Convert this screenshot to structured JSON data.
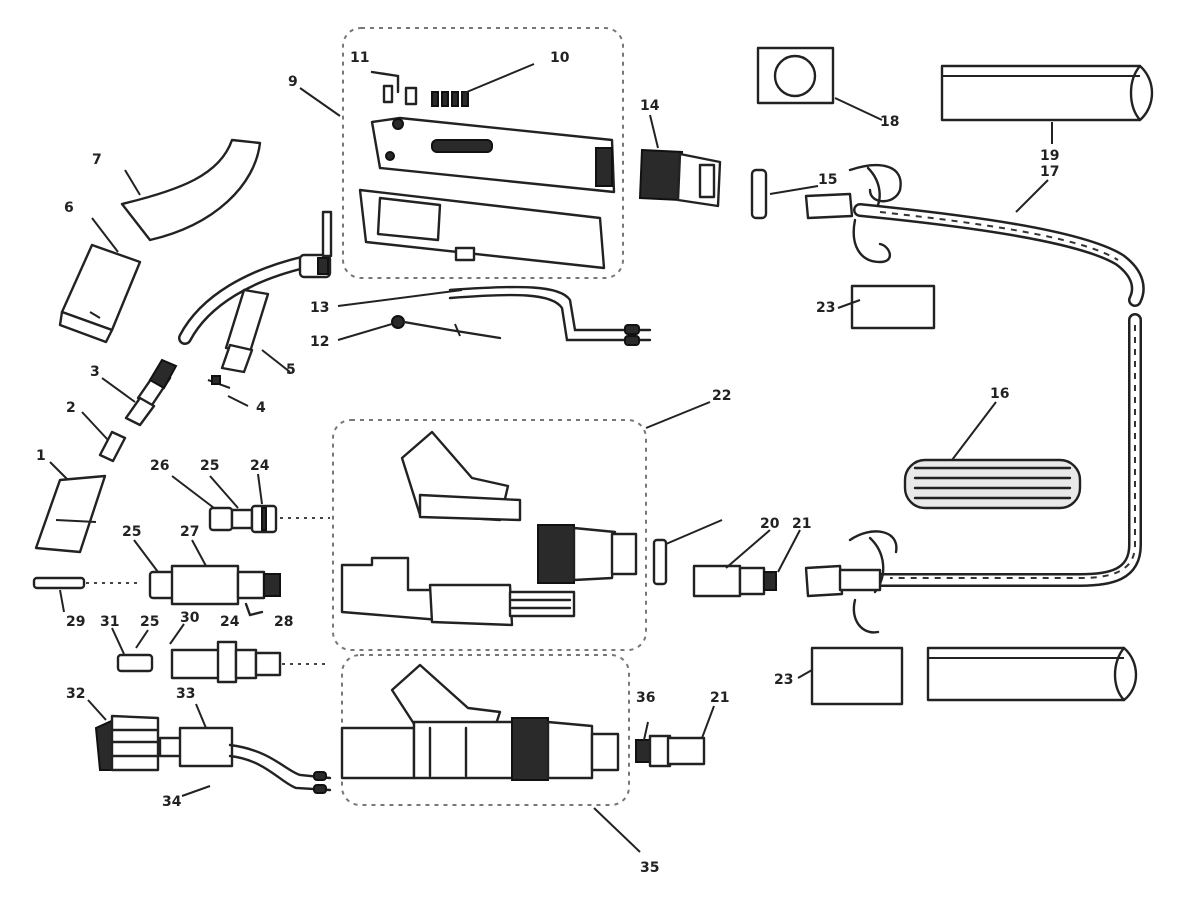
{
  "labels": {
    "p1": "1",
    "p2": "2",
    "p3": "3",
    "p4": "4",
    "p5": "5",
    "p6": "6",
    "p7": "7",
    "p9": "9",
    "p10": "10",
    "p11": "11",
    "p12": "12",
    "p13": "13",
    "p14": "14",
    "p15": "15",
    "p16": "16",
    "p17": "17",
    "p18": "18",
    "p19": "19",
    "p20": "20",
    "p21a": "21",
    "p21b": "21",
    "p22": "22",
    "p23a": "23",
    "p23b": "23",
    "p24a": "24",
    "p24b": "24",
    "p25a": "25",
    "p25b": "25",
    "p25c": "25",
    "p26": "26",
    "p27": "27",
    "p28": "28",
    "p29": "29",
    "p30": "30",
    "p31": "31",
    "p32": "32",
    "p33": "33",
    "p34": "34",
    "p35": "35",
    "p36": "36"
  }
}
